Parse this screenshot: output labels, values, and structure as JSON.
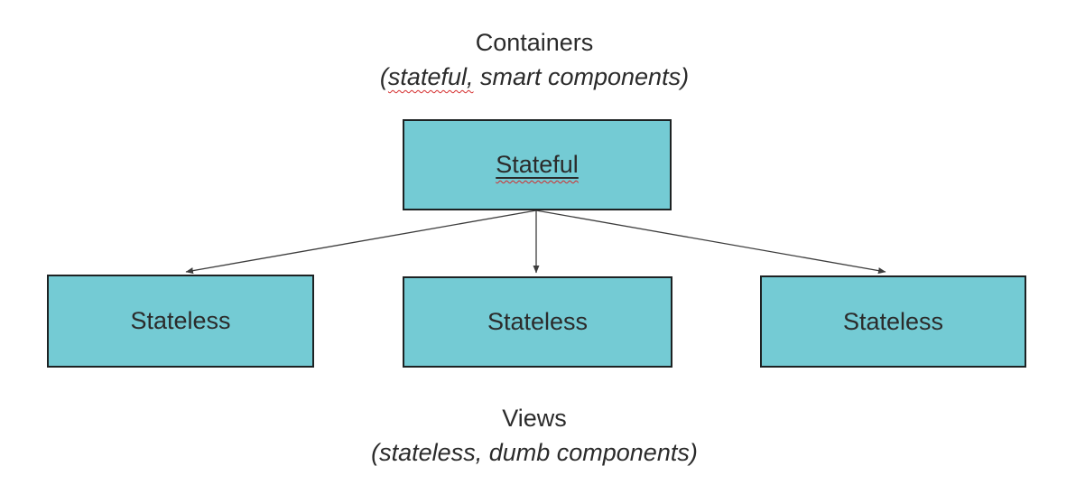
{
  "top_caption": {
    "title": "Containers",
    "subtitle_open": "(",
    "subtitle_marked": "stateful,",
    "subtitle_rest": " smart components)"
  },
  "diagram": {
    "root_box": {
      "label": "Stateful"
    },
    "child_boxes": [
      {
        "label": "Stateless"
      },
      {
        "label": "Stateless"
      },
      {
        "label": "Stateless"
      }
    ]
  },
  "bottom_caption": {
    "title": "Views",
    "subtitle": "(stateless, dumb components)"
  },
  "colors": {
    "box_fill": "#74cbd4",
    "box_border": "#1d2223",
    "text": "#2b2b2b",
    "arrow": "#3d3d3d",
    "spellcheck_squiggle": "#d42a2a",
    "background": "#ffffff"
  },
  "icons": {
    "arrowhead": "triangle-arrowhead"
  }
}
